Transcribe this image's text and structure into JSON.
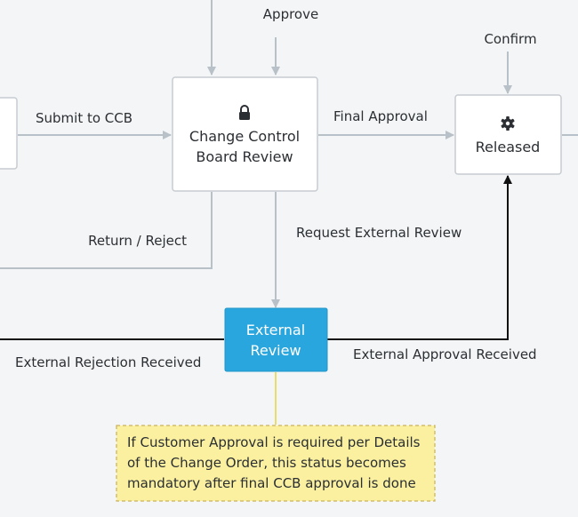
{
  "nodes": {
    "ccb_review": {
      "line1": "Change Control",
      "line2": "Board Review",
      "icon": "lock-icon"
    },
    "released": {
      "label": "Released",
      "icon": "gear-icon"
    },
    "external_review": {
      "line1": "External",
      "line2": "Review"
    }
  },
  "edges": {
    "approve": "Approve",
    "confirm": "Confirm",
    "submit_to_ccb": "Submit to CCB",
    "final_approval": "Final Approval",
    "return_reject": "Return / Reject",
    "request_external_review": "Request External Review",
    "external_rejection_received": "External Rejection Received",
    "external_approval_received": "External Approval Received"
  },
  "note": {
    "line1": "If Customer Approval is required per Details",
    "line2": "of the Change Order, this status becomes",
    "line3": "mandatory after final CCB approval is done"
  },
  "colors": {
    "background": "#f4f5f6",
    "node_fill": "#ffffff",
    "node_border": "#c7ccd1",
    "connector": "#b8c0c8",
    "highlight_path": "#111111",
    "external_review_fill": "#2aa6de",
    "note_fill": "#fbf0a0",
    "note_border": "#c9b25a",
    "note_link": "#e8dc6a"
  }
}
